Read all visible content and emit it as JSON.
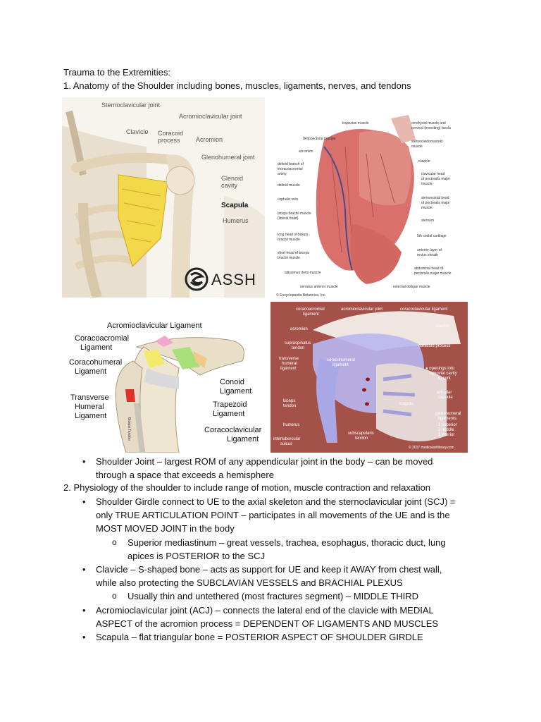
{
  "doc": {
    "title": "Trauma to the Extremities:",
    "heading1": "1. Anatomy of the Shoulder including bones, muscles, ligaments, nerves, and tendons",
    "heading2": "2. Physiology of the shoulder to include range of motion, muscle contraction and relaxation"
  },
  "fig1": {
    "labels": {
      "scj": "Sternoclavicular joint",
      "acj": "Acromioclavicular joint",
      "clavicle": "Clavicle",
      "coracoid": "Coracoid",
      "process": "process",
      "acromion": "Acromion",
      "glenohumeral": "Glenohumeral joint",
      "glenoid1": "Glenoid",
      "glenoid2": "cavity",
      "scapula": "Scapula",
      "humerus": "Humerus"
    },
    "logo": "ASSH"
  },
  "fig2": {
    "left": [
      "deltopectoral triangle",
      "acromion",
      "deltoid branch of",
      "thoracoacromial",
      "artery",
      "deltoid muscle",
      "cephalic vein",
      "biceps brachii muscle",
      "(lateral head)",
      "long head of biceps",
      "brachii muscle",
      "short head of biceps",
      "brachii muscle",
      "latissimus dorsi muscle",
      "serratus anterior muscle"
    ],
    "right": [
      "trapezius muscle",
      "omohyoid muscle and",
      "cervical (investing) fascia",
      "sternocleidomastoid",
      "muscle",
      "clavicle",
      "clavicular head",
      "of pectoralis major",
      "muscle",
      "sternocostal head",
      "of pectoralis major",
      "muscle",
      "sternum",
      "5th costal cartilage",
      "anterior layer of",
      "rectus sheath",
      "abdominal head of",
      "pectoralis major muscle",
      "external oblique muscle"
    ],
    "credit": "© Encyclopædia Britannica, Inc."
  },
  "fig3": {
    "acl": "Acromioclavicular Ligament",
    "coracoacromial1": "Coracoacromial",
    "coracoacromial2": "Ligament",
    "coracohumeral1": "Coracohumeral",
    "coracohumeral2": "Ligament",
    "transverse1": "Transverse",
    "transverse2": "Humeral",
    "transverse3": "Ligament",
    "conoid1": "Conoid",
    "conoid2": "Ligament",
    "trapezoid1": "Trapezoid",
    "trapezoid2": "Ligament",
    "coracoclavicular1": "Coracoclavicular",
    "coracoclavicular2": "Ligament",
    "tendon": "Biceps Tendon"
  },
  "fig4": {
    "coracoacromial": "coracoacromial",
    "ligament": "ligament",
    "acl": "acromioclavicular joint",
    "ccl": "coracoclavicular ligament",
    "acromion": "acromion",
    "clavicle": "clavicle",
    "supraspinatus": "supraspinatus",
    "tendon": "tendon",
    "coracoid": "coracoid process",
    "transverse1": "transverse",
    "transverse2": "humeral",
    "transverse3": "ligament",
    "coracohumeral1": "coracohumeral",
    "coracohumeral2": "ligament",
    "openings1": "● openings into",
    "openings2": "synovial cavity",
    "openings3": "of joint",
    "articular1": "articular",
    "articular2": "capsule",
    "biceps1": "biceps",
    "biceps2": "tendon",
    "scapula": "scapula",
    "gleno1": "glenohumeral",
    "gleno2": "ligaments:",
    "gleno3": "1 superior",
    "gleno4": "2 middle",
    "gleno5": "3 inferior",
    "humerus": "humerus",
    "subscap1": "subscapularis",
    "subscap2": "tendon",
    "inter1": "intertubercular",
    "inter2": "sulcus",
    "credit": "© 2017 medicalartlibrary.com"
  },
  "bullets": {
    "b1a": "Shoulder Joint – largest ROM of any appendicular joint in the body – can be moved",
    "b1b": "through a space that exceeds a hemisphere",
    "b2a": "Shoulder Girdle connect to UE to the axial skeleton and the sternoclavicular joint (SCJ) =",
    "b2b": "only TRUE ARTICULATION POINT – participates in all movements of the UE and is the",
    "b2c": "MOST MOVED JOINT in the body",
    "s1a": "Superior mediastinum – great vessels, trachea, esophagus, thoracic duct, lung",
    "s1b": "apices is POSTERIOR to the SCJ",
    "b3a": "Clavicle – S-shaped bone – acts as support for UE and keep it AWAY from chest wall,",
    "b3b": "while also protecting the SUBCLAVIAN VESSELS and BRACHIAL PLEXUS",
    "s2": "Usually thin and untethered (most fractures segment) – MIDDLE THIRD",
    "b4a": "Acromioclavicular joint (ACJ) – connects the lateral end of the clavicle with MEDIAL",
    "b4b": "ASPECT of the acromion process = DEPENDENT OF LIGAMENTS AND MUSCLES",
    "b5": "Scapula – flat triangular bone = POSTERIOR ASPECT OF SHOULDER GIRDLE",
    "bullet": "•",
    "sub": "o"
  }
}
